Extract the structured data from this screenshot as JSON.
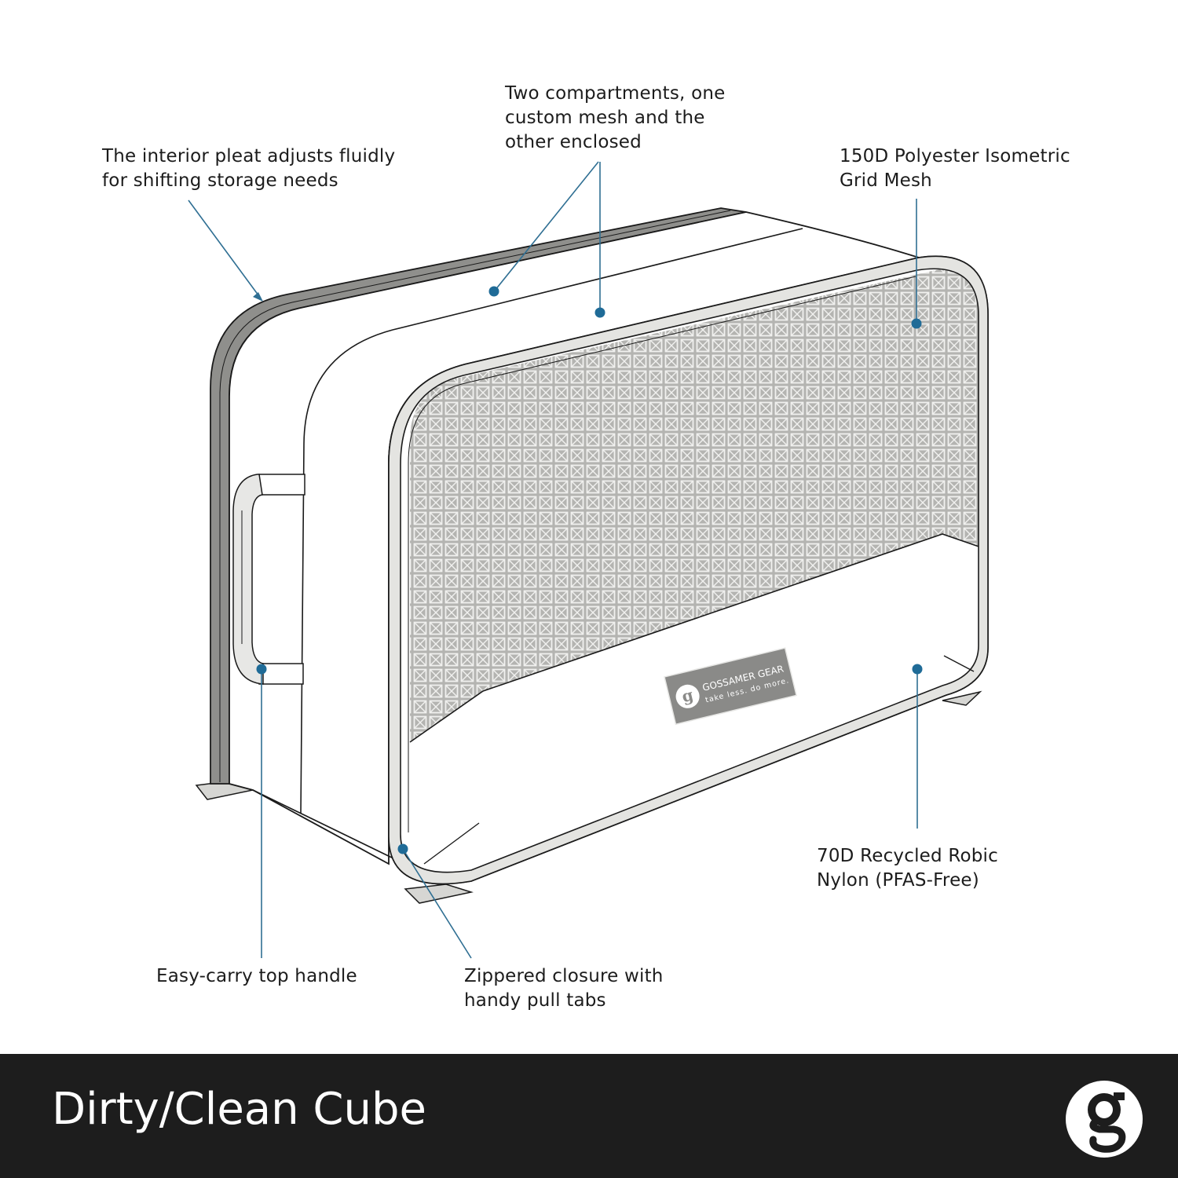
{
  "callouts": {
    "pleat": [
      "The interior pleat adjusts fluidly",
      "for shifting storage needs"
    ],
    "compartments": [
      "Two compartments, one",
      "custom mesh and the",
      "other enclosed"
    ],
    "mesh": [
      "150D Polyester Isometric",
      "Grid Mesh"
    ],
    "nylon": [
      "70D Recycled Robic",
      "Nylon (PFAS-Free)"
    ],
    "handle": [
      "Easy-carry top handle"
    ],
    "zipper": [
      "Zippered closure with",
      "handy pull tabs"
    ]
  },
  "label_patch": {
    "brand": "GOSSAMER GEAR",
    "tagline": "take less. do more."
  },
  "footer": {
    "title": "Dirty/Clean Cube"
  },
  "colors": {
    "leader_line": "#2f6f93",
    "leader_dot": "#1f6b97",
    "outline": "#1a1a1a",
    "zipper_dark": "#8f8f8c",
    "mesh_bg": "#b4b4b1",
    "mesh_pattern": "#f1f1ef",
    "patch": "#8a8a88",
    "footer_bg": "#1d1d1d"
  }
}
